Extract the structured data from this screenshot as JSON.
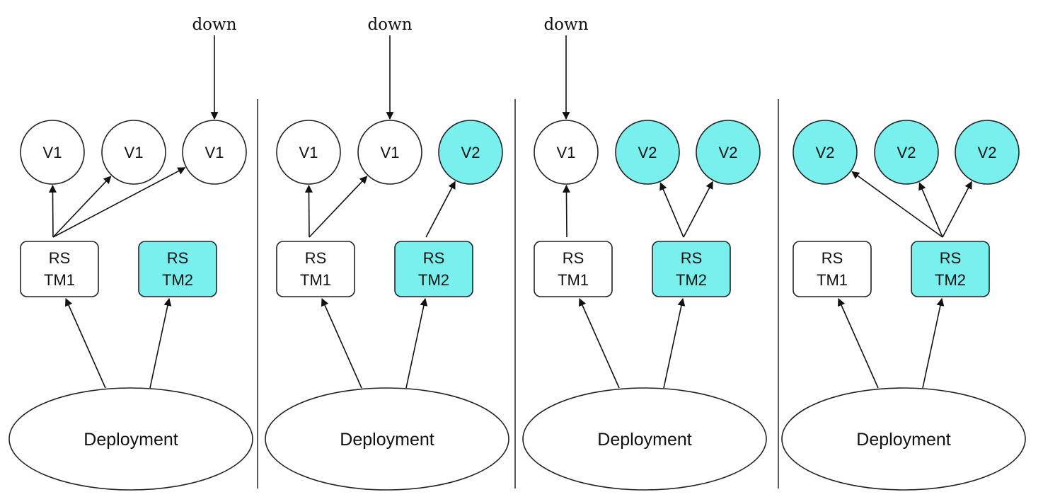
{
  "colors": {
    "old": "#ffffff",
    "new": "#7af0ee",
    "stroke": "#222222"
  },
  "panels": [
    {
      "down_label": "down",
      "down_target": 2,
      "pods": [
        {
          "label": "V1",
          "kind": "old"
        },
        {
          "label": "V1",
          "kind": "old"
        },
        {
          "label": "V1",
          "kind": "old"
        }
      ],
      "rs": [
        {
          "line1": "RS",
          "line2": "TM1",
          "kind": "old",
          "targets": [
            0,
            1,
            2
          ]
        },
        {
          "line1": "RS",
          "line2": "TM2",
          "kind": "new",
          "targets": []
        }
      ],
      "deployment": "Deployment"
    },
    {
      "down_label": "down",
      "down_target": 1,
      "pods": [
        {
          "label": "V1",
          "kind": "old"
        },
        {
          "label": "V1",
          "kind": "old"
        },
        {
          "label": "V2",
          "kind": "new"
        }
      ],
      "rs": [
        {
          "line1": "RS",
          "line2": "TM1",
          "kind": "old",
          "targets": [
            0,
            1
          ]
        },
        {
          "line1": "RS",
          "line2": "TM2",
          "kind": "new",
          "targets": [
            2
          ]
        }
      ],
      "deployment": "Deployment"
    },
    {
      "down_label": "down",
      "down_target": 0,
      "pods": [
        {
          "label": "V1",
          "kind": "old"
        },
        {
          "label": "V2",
          "kind": "new"
        },
        {
          "label": "V2",
          "kind": "new"
        }
      ],
      "rs": [
        {
          "line1": "RS",
          "line2": "TM1",
          "kind": "old",
          "targets": [
            0
          ]
        },
        {
          "line1": "RS",
          "line2": "TM2",
          "kind": "new",
          "targets": [
            1,
            2
          ]
        }
      ],
      "deployment": "Deployment"
    },
    {
      "down_label": null,
      "down_target": null,
      "pods": [
        {
          "label": "V2",
          "kind": "new"
        },
        {
          "label": "V2",
          "kind": "new"
        },
        {
          "label": "V2",
          "kind": "new"
        }
      ],
      "rs": [
        {
          "line1": "RS",
          "line2": "TM1",
          "kind": "old",
          "targets": []
        },
        {
          "line1": "RS",
          "line2": "TM2",
          "kind": "new",
          "targets": [
            0,
            1,
            2
          ]
        }
      ],
      "deployment": "Deployment"
    }
  ]
}
